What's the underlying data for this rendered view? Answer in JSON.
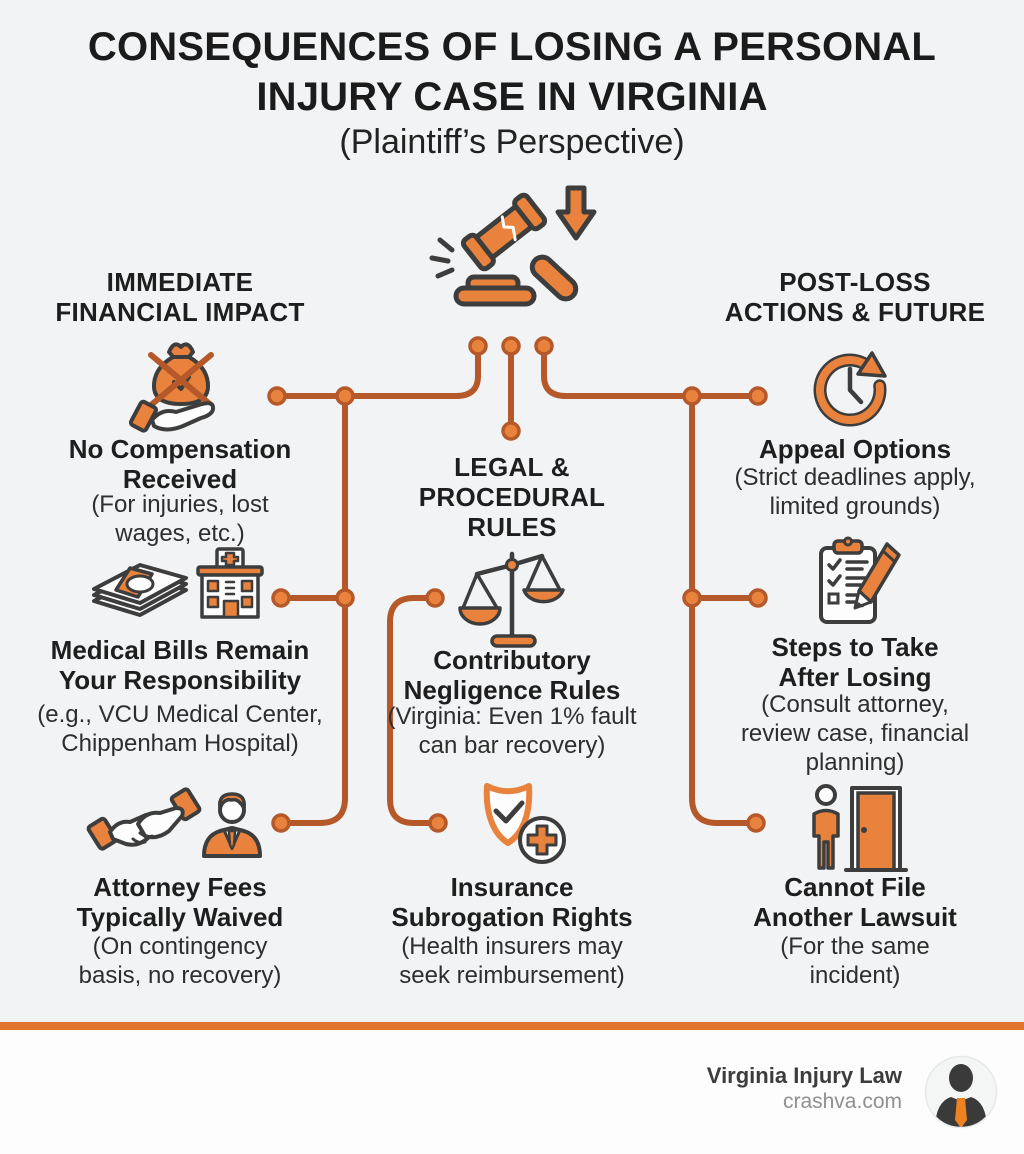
{
  "page": {
    "title": "CONSEQUENCES OF LOSING A PERSONAL\nINJURY CASE IN VIRGINIA",
    "subtitle": "(Plaintiff’s Perspective)"
  },
  "columns": [
    {
      "header": "IMMEDIATE\nFINANCIAL IMPACT",
      "items": [
        {
          "icon": "no-compensation-icon",
          "title": "No Compensation\nReceived",
          "subtitle": "(For injuries, lost\nwages, etc.)"
        },
        {
          "icon": "medical-bills-icon",
          "title": "Medical Bills Remain\nYour Responsibility",
          "subtitle": "(e.g., VCU Medical Center,\nChippenham Hospital)"
        },
        {
          "icon": "attorney-fees-icon",
          "title": "Attorney Fees\nTypically Waived",
          "subtitle": "(On contingency\nbasis, no recovery)"
        }
      ]
    },
    {
      "header": "LEGAL &\nPROCEDURAL\nRULES",
      "items": [
        {
          "icon": "scales-of-justice-icon",
          "title": "Contributory\nNegligence Rules",
          "subtitle": "(Virginia: Even 1% fault\ncan bar recovery)"
        },
        {
          "icon": "insurance-shield-icon",
          "title": "Insurance\nSubrogation Rights",
          "subtitle": "(Health insurers may\nseek reimbursement)"
        }
      ]
    },
    {
      "header": "POST-LOSS\nACTIONS & FUTURE",
      "items": [
        {
          "icon": "appeal-clock-icon",
          "title": "Appeal Options",
          "subtitle": "(Strict deadlines apply,\nlimited grounds)"
        },
        {
          "icon": "checklist-icon",
          "title": "Steps to Take\nAfter Losing",
          "subtitle": "(Consult attorney,\nreview case, financial\nplanning)"
        },
        {
          "icon": "person-door-icon",
          "title": "Cannot File\nAnother Lawsuit",
          "subtitle": "(For the same\nincident)"
        }
      ]
    }
  ],
  "footer": {
    "brand": "Virginia Injury Law",
    "website": "crashva.com"
  },
  "colors": {
    "background": "#f1f3f4",
    "footer_background": "#fdfdfd",
    "accent_orange": "#e8823c",
    "line_orange": "#b5592a",
    "divider_orange": "#e1742e",
    "icon_outline": "#3d3d3d",
    "title_text": "#1b1b1b",
    "body_text": "#2e2e2e",
    "footer_brand_text": "#3c3c3c",
    "footer_site_text": "#8f8f8f"
  }
}
